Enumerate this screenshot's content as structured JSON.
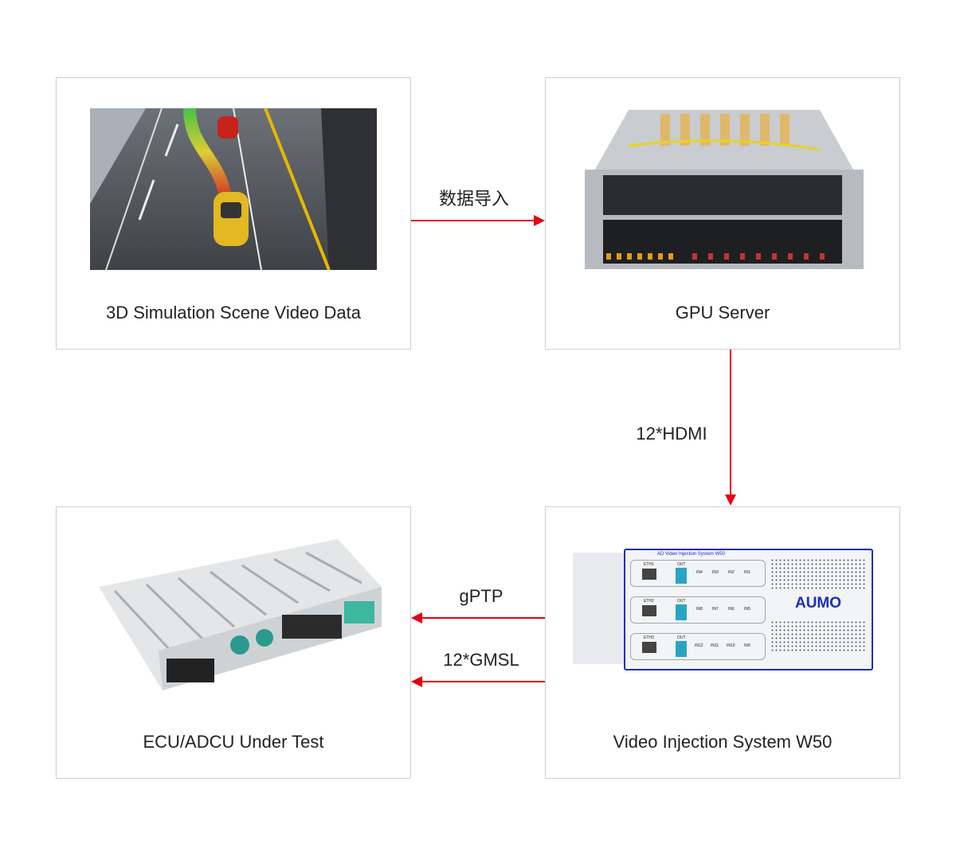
{
  "nodes": {
    "simulation": {
      "caption": "3D Simulation Scene Video Data"
    },
    "gpu_server": {
      "caption": "GPU Server"
    },
    "ecu": {
      "caption": "ECU/ADCU Under Test"
    },
    "injection": {
      "caption": "Video Injection System W50",
      "device_title": "AD Video Injection System W50",
      "brand": "AUMO",
      "rows": [
        {
          "eth": "ETH1",
          "out": "OUT",
          "inputs": [
            "IN4",
            "IN3",
            "IN2",
            "IN1"
          ]
        },
        {
          "eth": "ETH2",
          "out": "OUT",
          "inputs": [
            "IN8",
            "IN7",
            "IN6",
            "IN5"
          ]
        },
        {
          "eth": "ETH3",
          "out": "OUT",
          "inputs": [
            "IN12",
            "IN11",
            "IN10",
            "IN9"
          ]
        }
      ]
    }
  },
  "edges": {
    "data_import": "数据导入",
    "hdmi": "12*HDMI",
    "gptp": "gPTP",
    "gmsl": "12*GMSL"
  },
  "colors": {
    "arrow": "#e60012",
    "brand": "#1a2fb8",
    "border": "#cfcfcf"
  }
}
